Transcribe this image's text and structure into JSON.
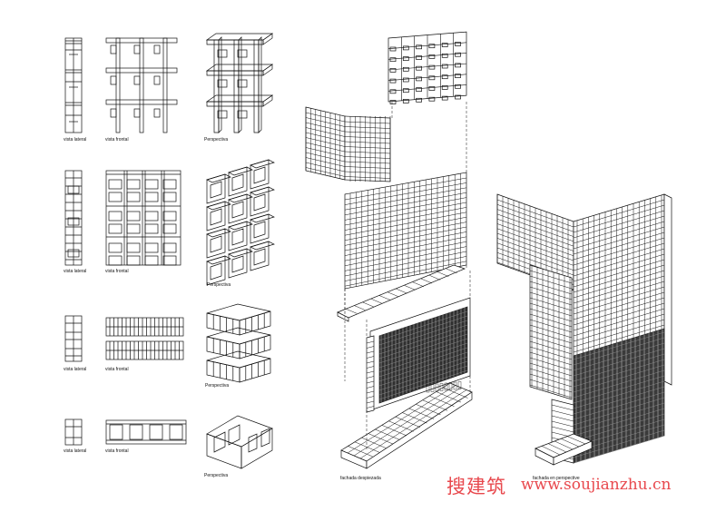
{
  "labels": {
    "row1": {
      "lateral": "vista lateral",
      "frontal": "vista frontal",
      "perspective": "Perspectiva"
    },
    "row2": {
      "lateral": "vista lateral",
      "frontal": "vista frontal",
      "perspective": "Perspectiva"
    },
    "row3": {
      "lateral": "vista lateral",
      "frontal": "vista frontal",
      "perspective": "Perspectiva"
    },
    "row4": {
      "lateral": "vista lateral",
      "frontal": "vista frontal",
      "perspective": "Perspectiva"
    },
    "exploded": "fachada despiezada",
    "assembled": "fachada en perspective"
  },
  "watermark": {
    "chinese": "搜建筑",
    "url": "www.soujianzhu.cn"
  },
  "colors": {
    "ink": "#111111",
    "paper": "#ffffff",
    "watermark": "#e8484d",
    "shade": "#333333"
  }
}
